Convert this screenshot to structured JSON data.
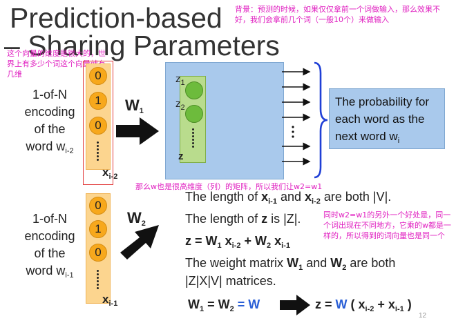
{
  "title": {
    "line1": "Prediction-based",
    "line2": "– Sharing Parameters"
  },
  "notes": {
    "background": "背景：预测的时候，如果仅仅拿前一个词做输入，那么效果不好，我们会拿前几个词（一般10个）来做输入",
    "vector_dim": "这个向量的维度是很大的，世界上有多少个词这个向量就有几维",
    "w_high_dim": "那么w也是很高维度（列）的矩阵，所以我们让w2=w1",
    "shared_benefit": "同时w2=w1的另外一个好处是，同一个词出现在不同地方，它乘的w都是一样的，所以得到的词向量也是同一个"
  },
  "encoding_top": {
    "l1": "1-of-N",
    "l2": "encoding",
    "l3": "of the",
    "l4": "word w",
    "sub": "i-2"
  },
  "encoding_bottom": {
    "l1": "1-of-N",
    "l2": "encoding",
    "l3": "of the",
    "l4": "word w",
    "sub": "i-1"
  },
  "vector_top": {
    "v0": "0",
    "v1": "1",
    "v2": "0",
    "label": "x",
    "sub": "i-2"
  },
  "vector_bottom": {
    "v0": "0",
    "v1": "1",
    "v2": "0",
    "label": "x",
    "sub": "i-1"
  },
  "weights": {
    "w1": "W",
    "w1_sub": "1",
    "w2": "W",
    "w2_sub": "2"
  },
  "hidden": {
    "z1": "z",
    "z1_sub": "1",
    "z2": "z",
    "z2_sub": "2",
    "z": "z"
  },
  "output_box": {
    "text": "The probability for each word as the next word w",
    "sub": "i"
  },
  "statements": {
    "s1_a": "The length of ",
    "s1_x1": "x",
    "s1_x1_sub": "i-1",
    "s1_and": " and ",
    "s1_x2": "x",
    "s1_x2_sub": "i-2",
    "s1_end": " are both |V|.",
    "s2_a": "The length of ",
    "s2_z": "z",
    "s2_end": " is |Z|.",
    "eq_z": "z = W",
    "eq_sub1": "1",
    "eq_x1": " x",
    "eq_x1_sub": "i-2",
    "eq_plus": " + W",
    "eq_sub2": "2",
    "eq_x2": " x",
    "eq_x2_sub": "i-1",
    "s3_a": "The weight matrix ",
    "s3_w1": "W",
    "s3_w1_sub": "1",
    "s3_and": " and ",
    "s3_w2": "W",
    "s3_w2_sub": "2",
    "s3_end": " are both",
    "s4": "|Z|X|V| matrices."
  },
  "bottom_eq": {
    "w1": "W",
    "w1_sub": "1",
    "eq": " = W",
    "w2_sub": "2",
    "eqw": " = W",
    "rhs_z": "z = ",
    "rhs_w": "W",
    "rhs_open": " ( x",
    "rhs_sub1": "i-2",
    "rhs_plus": " + x",
    "rhs_sub2": "i-1",
    "rhs_close": " )"
  },
  "page_number": "12",
  "colors": {
    "accent_blue": "#2a5fd6",
    "note_magenta": "#e020c0",
    "vector_fill": "#fcd58f",
    "dot_fill": "#f7a81c",
    "net_fill": "#a9c9ec",
    "green": "#6dbb3c"
  }
}
